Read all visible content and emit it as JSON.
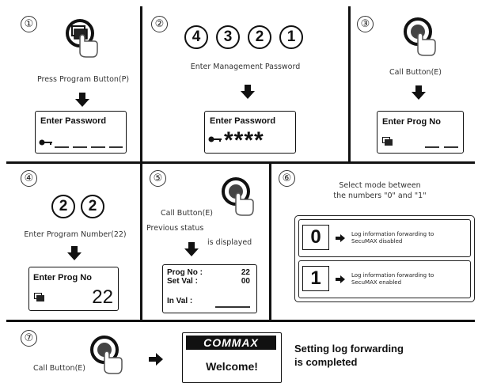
{
  "steps": {
    "s1": {
      "num": "①",
      "caption": "Press Program Button(P)",
      "screen_title": "Enter Password"
    },
    "s2": {
      "num": "②",
      "digits": [
        "4",
        "3",
        "2",
        "1"
      ],
      "caption": "Enter Management Password",
      "screen_title": "Enter Password",
      "masked": "****"
    },
    "s3": {
      "num": "③",
      "caption": "Call Button(E)",
      "screen_title": "Enter Prog  No"
    },
    "s4": {
      "num": "④",
      "digits": [
        "2",
        "2"
      ],
      "caption": "Enter Program Number(22)",
      "screen_title": "Enter Prog  No",
      "value": "22"
    },
    "s5": {
      "num": "⑤",
      "caption": "Call Button(E)",
      "note_line1": "Previous status",
      "note_line2": "is displayed",
      "prog_label": "Prog No :",
      "prog_value": "22",
      "set_label": "Set  Val :",
      "set_value": "00",
      "in_label": "In Val :"
    },
    "s6": {
      "num": "⑥",
      "caption_line1": "Select mode between",
      "caption_line2": "the numbers \"0\" and \"1\"",
      "modes": [
        {
          "value": "0",
          "line1": "Log information forwarding to",
          "line2": "SecuMAX disabled"
        },
        {
          "value": "1",
          "line1": "Log information forwarding to",
          "line2": "SecuMAX enabled"
        }
      ]
    },
    "s7": {
      "num": "⑦",
      "caption": "Call Button(E)",
      "logo": "COMMAX",
      "welcome": "Welcome!",
      "result_line1": "Setting log forwarding",
      "result_line2": "is completed"
    }
  },
  "icons": {
    "program_button": "program-button-icon",
    "call_button": "call-button-icon",
    "pointing_hand": "hand-pointer-icon",
    "arrow_down": "arrow-down-icon",
    "arrow_right": "arrow-right-icon",
    "key": "key-icon",
    "doc": "program-doc-icon"
  }
}
